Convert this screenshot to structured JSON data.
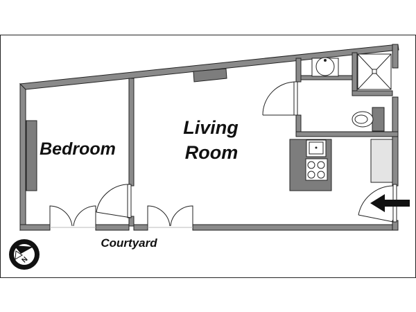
{
  "rooms": {
    "bedroom": "Bedroom",
    "living_line1": "Living",
    "living_line2": "Room",
    "courtyard": "Courtyard"
  },
  "compass": {
    "letter": "N"
  },
  "icons": {
    "compass": "compass-north-arrow-icon",
    "entrance": "entrance-arrow-icon"
  },
  "colors": {
    "wall": "#8a8a8a",
    "outline": "#222222",
    "furniture": "#7d7d7d"
  }
}
